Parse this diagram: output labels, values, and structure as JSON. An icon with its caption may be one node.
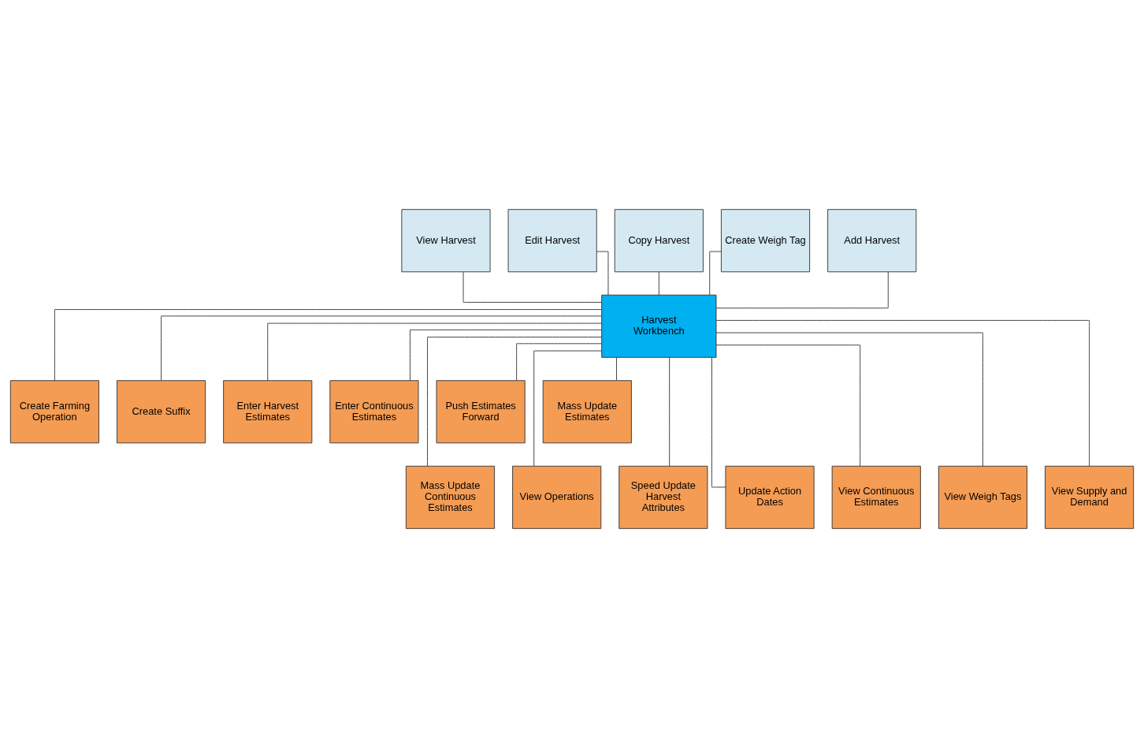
{
  "diagram": {
    "nodes": [
      {
        "text": [
          "View Harvest"
        ]
      },
      {
        "text": [
          "Edit Harvest"
        ]
      },
      {
        "text": [
          "Copy Harvest"
        ]
      },
      {
        "text": [
          "Create Weigh Tag"
        ]
      },
      {
        "text": [
          "Add Harvest"
        ]
      },
      {
        "text": [
          "Harvest Workbench"
        ]
      },
      {
        "text": [
          "Create Farming Operation"
        ]
      },
      {
        "text": [
          "Create Suffix"
        ]
      },
      {
        "text": [
          "Enter Harvest Estimates"
        ]
      },
      {
        "text": [
          "Enter Continuous Estimates"
        ]
      },
      {
        "text": [
          "Push Estimates Forward"
        ]
      },
      {
        "text": [
          "Mass Update Estimates"
        ]
      },
      {
        "text": [
          "Mass Update Continuous Estimates"
        ]
      },
      {
        "text": [
          "View Operations"
        ]
      },
      {
        "text": [
          "Speed Update Harvest Attributes"
        ]
      },
      {
        "text": [
          "Update Action Dates"
        ]
      },
      {
        "text": [
          "View Continuous Estimates"
        ]
      },
      {
        "text": [
          "View Weigh Tags"
        ]
      },
      {
        "text": [
          "View Supply and Demand"
        ]
      }
    ],
    "edges": [
      {
        "from": 0,
        "to": 5,
        "arrow": "none"
      },
      {
        "from": 1,
        "to": 5,
        "arrow": "none"
      },
      {
        "from": 2,
        "to": 5,
        "arrow": "none"
      },
      {
        "from": 3,
        "to": 5,
        "arrow": "none"
      },
      {
        "from": 4,
        "to": 5,
        "arrow": "none"
      },
      {
        "from": 5,
        "to": 6,
        "arrow": "none"
      },
      {
        "from": 5,
        "to": 7,
        "arrow": "none"
      },
      {
        "from": 5,
        "to": 8,
        "arrow": "none"
      },
      {
        "from": 5,
        "to": 9,
        "arrow": "none"
      },
      {
        "from": 5,
        "to": 10,
        "arrow": "none"
      },
      {
        "from": 5,
        "to": 11,
        "arrow": "none"
      },
      {
        "from": 5,
        "to": 12,
        "arrow": "none"
      },
      {
        "from": 5,
        "to": 13,
        "arrow": "none"
      },
      {
        "from": 5,
        "to": 14,
        "arrow": "none"
      },
      {
        "from": 5,
        "to": 15,
        "arrow": "none"
      },
      {
        "from": 5,
        "to": 16,
        "arrow": "none"
      },
      {
        "from": 5,
        "to": 17,
        "arrow": "none"
      },
      {
        "from": 5,
        "to": 18,
        "arrow": "none"
      }
    ]
  }
}
